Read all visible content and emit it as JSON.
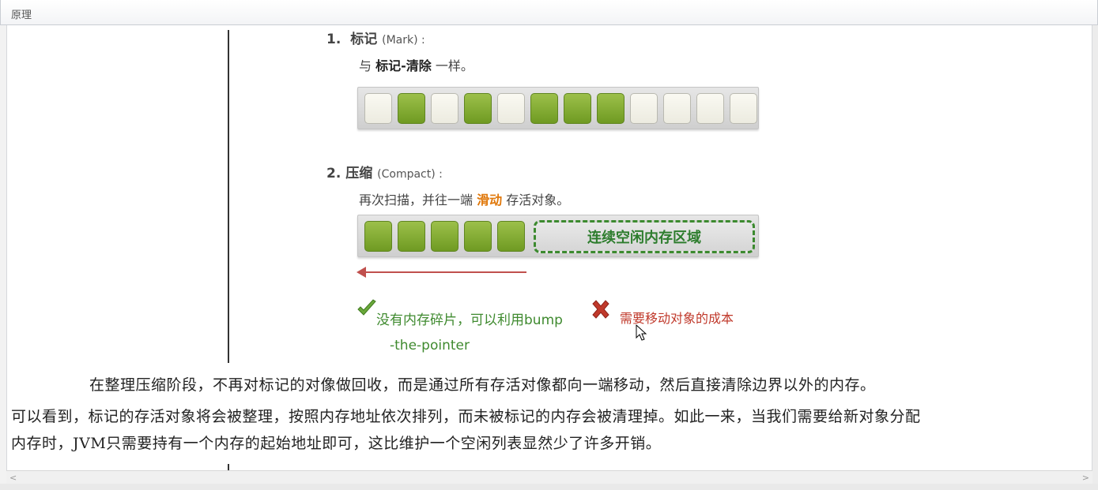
{
  "window": {
    "title": "原理"
  },
  "section1": {
    "number": "1.",
    "title": "标记",
    "title_en": "(Mark) :",
    "prefix": "与",
    "bold": "标记-清除",
    "suffix": "一样。",
    "cells": [
      "empty",
      "used",
      "empty",
      "used",
      "empty",
      "used",
      "used",
      "used",
      "empty",
      "empty",
      "empty",
      "empty"
    ]
  },
  "section2": {
    "number": "2.",
    "title": "压缩",
    "title_en": "(Compact) :",
    "prefix": "再次扫描，并往一端",
    "highlight": "滑动",
    "suffix": "存活对象。",
    "cells": [
      "used",
      "used",
      "used",
      "used",
      "used"
    ],
    "free_region_label": "连续空闲内存区域"
  },
  "pros": {
    "line1": "没有内存碎片，可以利用bump",
    "line2": "-the-pointer"
  },
  "cons": {
    "text": "需要移动对象的成本"
  },
  "body": {
    "para1": "在整理压缩阶段，不再对标记的对像做回收，而是通过所有存活对像都向一端移动，然后直接清除边界以外的内存。",
    "para2_line1": "可以看到，标记的存活对象将会被整理，按照内存地址依次排列，而未被标记的内存会被清理掉。如此一来，当我们需要给新对象分配",
    "para2_line2": "内存时，JVM只需要持有一个内存的起始地址即可，这比维护一个空闲列表显然少了许多开销。"
  },
  "scrollbar": {
    "left_arrow": "<",
    "right_arrow": ">"
  },
  "colors": {
    "used": "#7fa833",
    "free_border": "#3c8a2f",
    "highlight": "#e0780b",
    "con": "#c0392b",
    "arrow": "#c0504d"
  }
}
